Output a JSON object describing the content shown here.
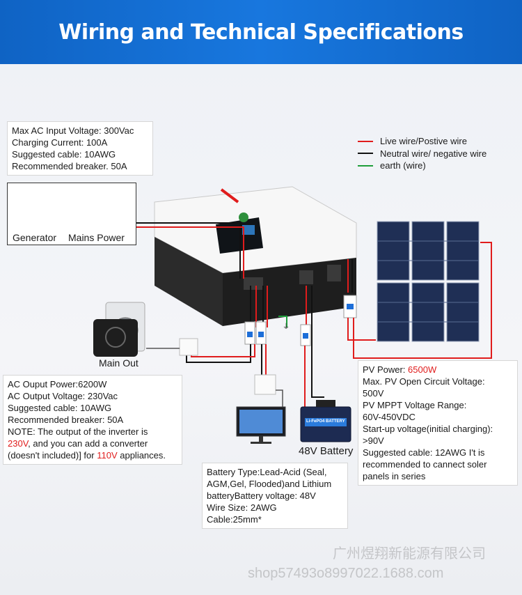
{
  "header": {
    "title": "Wiring and Technical Specifications"
  },
  "legend": [
    {
      "label": "Live wire/Postive wire",
      "color": "#e01c1c"
    },
    {
      "label": "Neutral wire/ negative wire",
      "color": "#111111"
    },
    {
      "label": "earth (wire)",
      "color": "#1e9e3a"
    }
  ],
  "ac_input": {
    "lines": [
      "Max AC Input Voltage: 300Vac",
      "Charging Current: 100A",
      "Suggested cable: 10AWG",
      "Recommended breaker. 50A"
    ]
  },
  "sources": {
    "generator_label": "Generator",
    "mains_label": "Mains Power"
  },
  "main_out": {
    "label": "Main Out"
  },
  "ac_output": {
    "lines": [
      "AC Ouput Power:6200W",
      "AC Output Voltage: 230Vac",
      "Suggested cable: 10AWG",
      "Recommended breaker: 50A",
      "NOTE: The output of the inverter is"
    ],
    "note_v1": "230V",
    "note_mid": ", and you can add a converter",
    "note_line3": "(doesn't included)] for ",
    "note_v2": "110V",
    "note_end": " appliances."
  },
  "battery": {
    "label": "48V Battery",
    "brand": "Li-FePO4 BATTERY",
    "lines": [
      "Battery Type:Lead-Acid (Seal,",
      "AGM,Gel, Flooded)and Lithium",
      "batteryBattery voltage: 48V",
      "Wire Size: 2AWG",
      "Cable:25mm*"
    ]
  },
  "pv": {
    "power_label": "PV Power: ",
    "power_value": "6500W",
    "lines": [
      "Max. PV Open Circuit Voltage:",
      "500V",
      "PV MPPT Voltage Range:",
      "60V-450VDC",
      "Start-up voltage(initial charging):",
      ">90V",
      "Suggested cable: 12AWG I't is",
      "recommended to cannect soler",
      "panels in series"
    ]
  },
  "watermark": {
    "line1": "广州煜翔新能源有限公司",
    "line2": "shop57493o8997022.1688.com"
  }
}
